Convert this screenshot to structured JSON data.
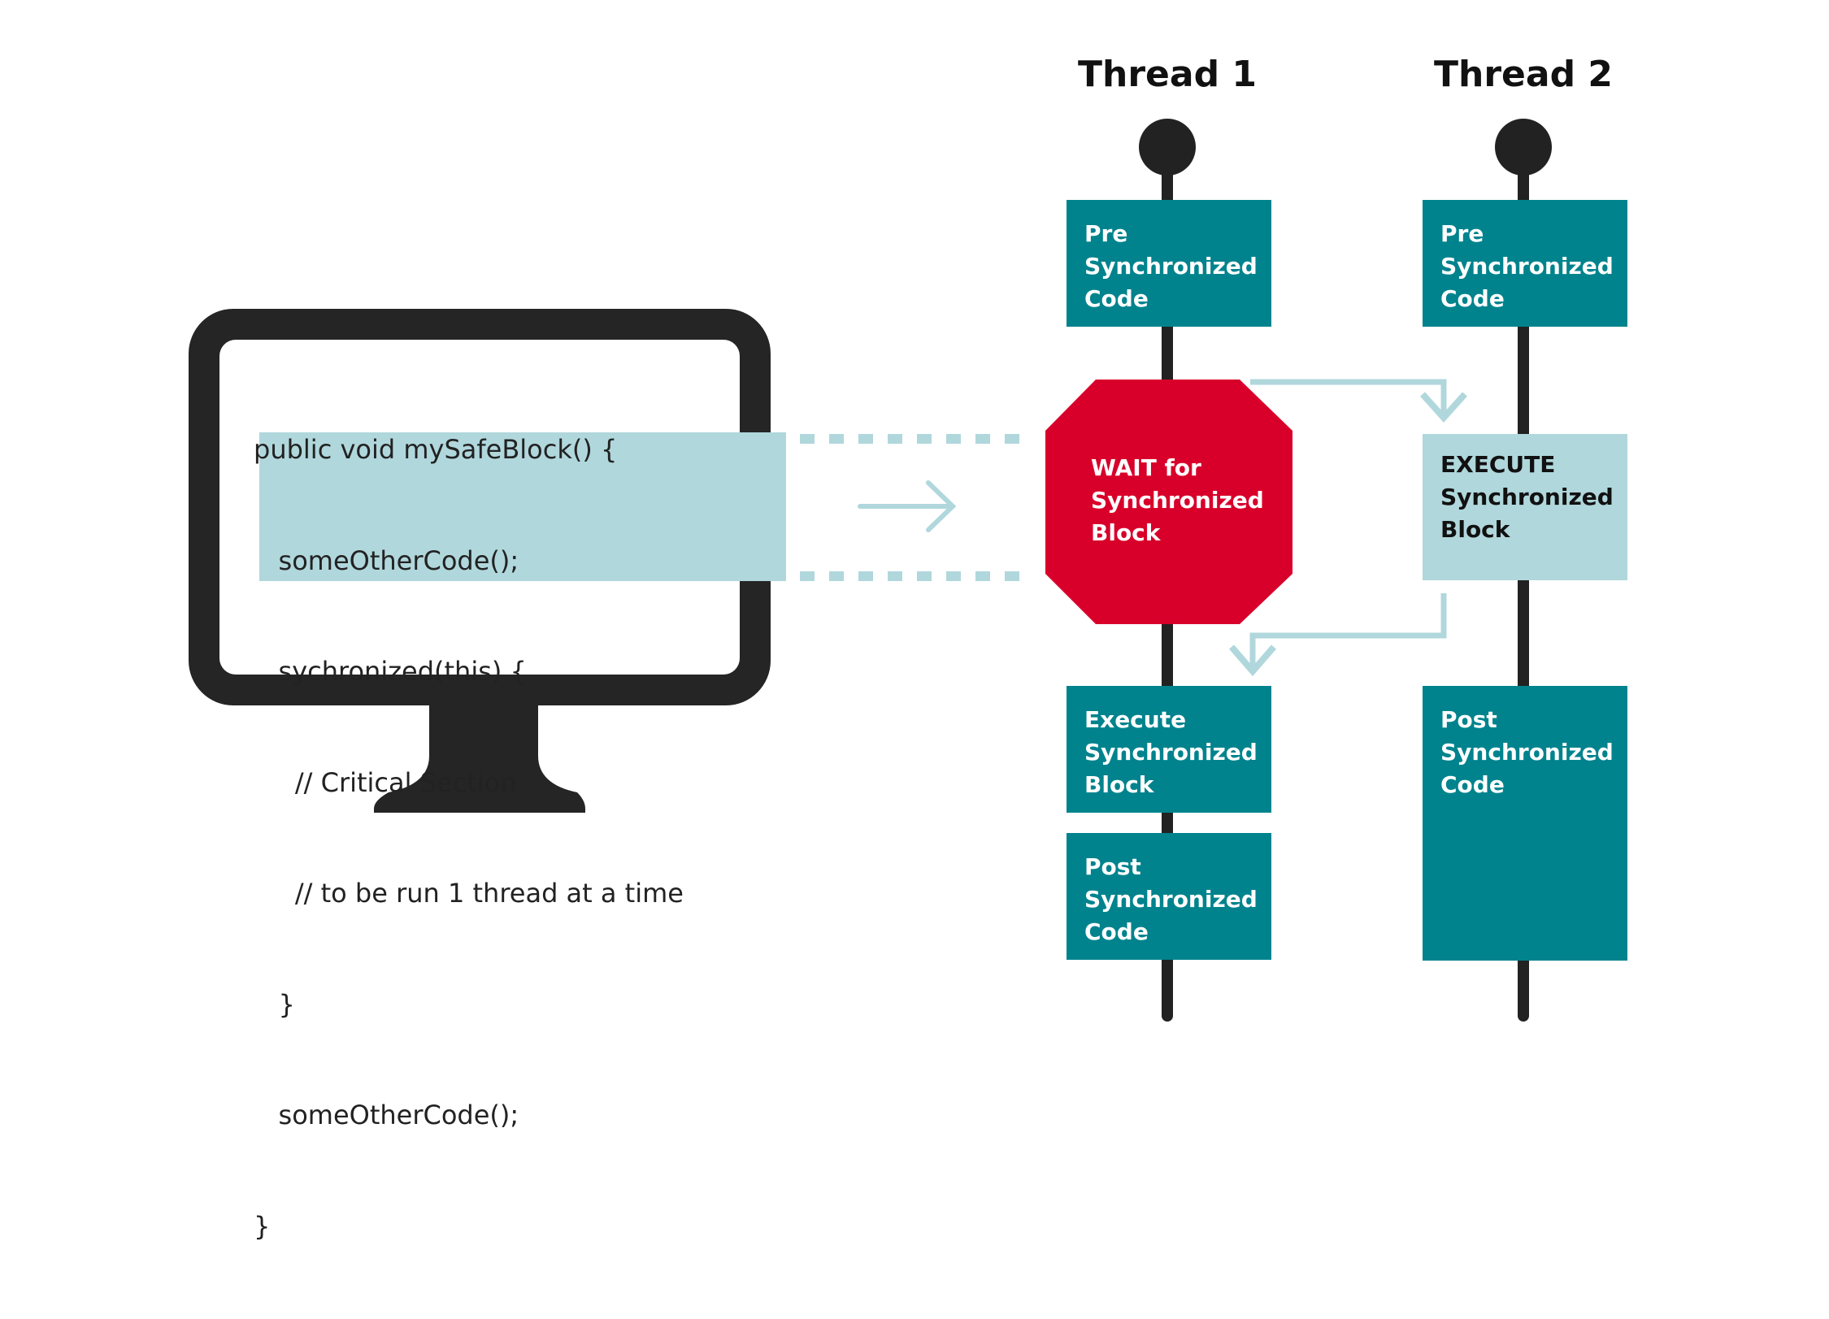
{
  "threads": [
    {
      "title": "Thread 1"
    },
    {
      "title": "Thread 2"
    }
  ],
  "code_lines": [
    "public void mySafeBlock() {",
    "   someOtherCode();",
    "   sychronized(this) {",
    "     // Critical Section",
    "     // to be run 1 thread at a time",
    "   }",
    "   someOtherCode();",
    "}"
  ],
  "thread1_blocks": {
    "pre": [
      "Pre",
      "Synchronized",
      "Code"
    ],
    "wait": [
      "WAIT for",
      "Synchronized",
      "Block"
    ],
    "execute": [
      "Execute",
      "Synchronized",
      "Block"
    ],
    "post": [
      "Post",
      "Synchronized",
      "Code"
    ]
  },
  "thread2_blocks": {
    "pre": [
      "Pre",
      "Synchronized",
      "Code"
    ],
    "execute": [
      "EXECUTE",
      "Synchronized",
      "Block"
    ],
    "post": [
      "Post",
      "Synchronized",
      "Code"
    ]
  },
  "colors": {
    "teal_dark": "#00838d",
    "teal_light": "#b0d7dc",
    "stop_red": "#d8002a",
    "monitor": "#252525",
    "thread_line": "#222222"
  }
}
